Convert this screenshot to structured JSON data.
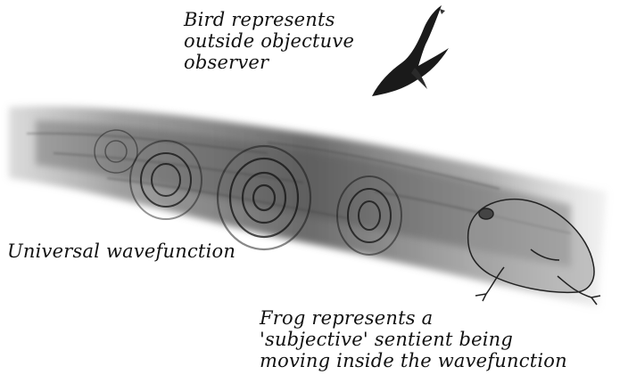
{
  "labels": {
    "bird": [
      "Bird represents",
      "outside objectuve",
      "observer"
    ],
    "universal": "Universal wavefunction",
    "frog": [
      "Frog represents a",
      "'subjective' sentient being",
      "moving inside the wavefunction"
    ]
  },
  "colors": {
    "ink": "#111111",
    "band": "#6d6d6d",
    "background": "#ffffff"
  },
  "icons": [
    "bird-icon",
    "frog-icon",
    "wave-ripple-icon"
  ]
}
